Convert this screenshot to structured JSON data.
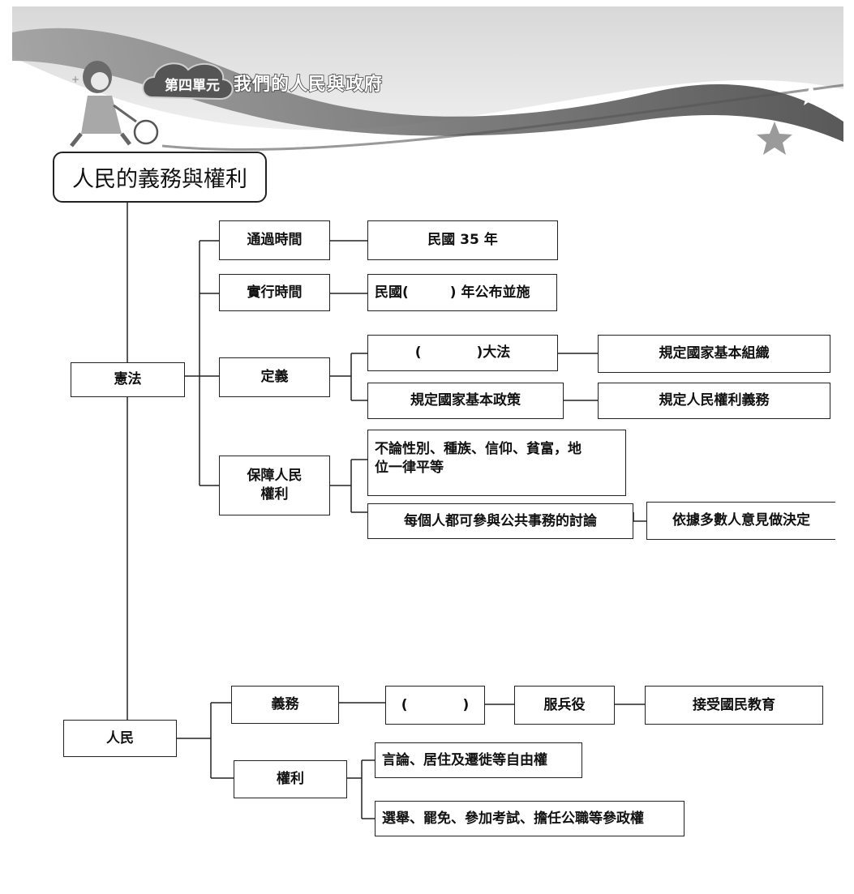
{
  "header": {
    "unit_label": "第四單元",
    "unit_title": "我們的人民與政府"
  },
  "diagram": {
    "title": "人民的義務與權利",
    "constitution": {
      "label": "憲法",
      "passed": {
        "label": "通過時間",
        "value": "民國 35 年"
      },
      "effective": {
        "label": "實行時間",
        "value": "民國(　　　) 年公布並施"
      },
      "definition": {
        "label": "定義",
        "blank_law": "(　　　　)大法",
        "org": "規定國家基本組織",
        "policy": "規定國家基本政策",
        "rights_duties": "規定人民權利義務"
      },
      "protect": {
        "label": "保障人民\n權利",
        "equality": "不論性別、種族、信仰、貧富，地\n位一律平等",
        "public_affairs": "每個人都可參與公共事務的討論",
        "majority": "依據多數人意見做決定"
      }
    },
    "people": {
      "label": "人民",
      "duties": {
        "label": "義務",
        "blank": "(　　　　)",
        "military": "服兵役",
        "education": "接受國民教育"
      },
      "rights": {
        "label": "權利",
        "freedom": "言論、居住及遷徙等自由權",
        "political": "選舉、罷免、參加考試、擔任公職等參政權"
      }
    }
  }
}
